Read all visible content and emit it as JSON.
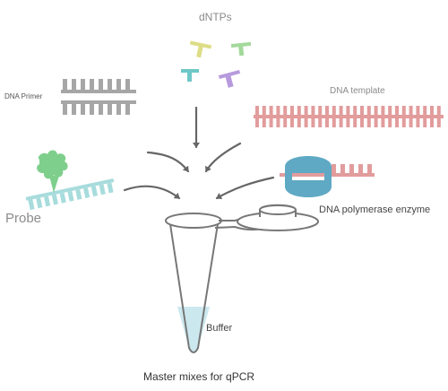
{
  "labels": {
    "dntps": "dNTPs",
    "dna_primer": "DNA  Primer",
    "dna_template": "DNA template",
    "probe": "Probe",
    "dna_polymerase": "DNA polymerase enzyme",
    "buffer": "Buffer",
    "title": "Master mixes for qPCR"
  },
  "colors": {
    "primer": "#a6a6a6",
    "template": "#e29c9c",
    "probe_strand": "#a8dcdc",
    "probe_fluorophore": "#7fcf8c",
    "polymerase": "#5fa9c4",
    "buffer": "#cce8ef",
    "tube_outline": "#777777",
    "arrows": "#666666",
    "dntp_colors": [
      "#dddd86",
      "#a3d99b",
      "#6fc7c7",
      "#b79add"
    ]
  }
}
